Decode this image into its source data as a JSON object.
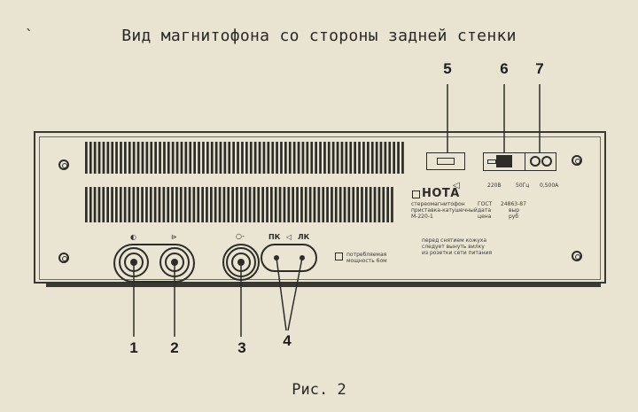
{
  "page": {
    "title": "Вид магнитофона со стороны задней стенки",
    "mark": "`",
    "caption": "Рис.  2"
  },
  "callouts": [
    "5",
    "6",
    "7",
    "1",
    "2",
    "3",
    "4"
  ],
  "device": {
    "brand": "НОТА",
    "jack_labels": {
      "out": "ПК",
      "speaker": "ЛК"
    },
    "power_note_lines": [
      "потребляемая",
      "мощность 6ом"
    ],
    "model_lines": [
      "стереомагнитофон",
      "приставка-катушечный",
      "М-220-1"
    ],
    "spec_top": [
      "220В",
      "50Гц",
      "0,500А"
    ],
    "spec_rows": [
      {
        "label": "ГОСТ",
        "value": "24863-87"
      },
      {
        "label": "дата",
        "value": "выр"
      },
      {
        "label": "цена",
        "value": "руб"
      }
    ],
    "warning_lines": [
      "перед снятием кожуха",
      "следует вынуть вилку",
      "из розетки сети питания"
    ]
  },
  "colors": {
    "paper": "#e9e4d1",
    "ink": "#2e2c28"
  }
}
